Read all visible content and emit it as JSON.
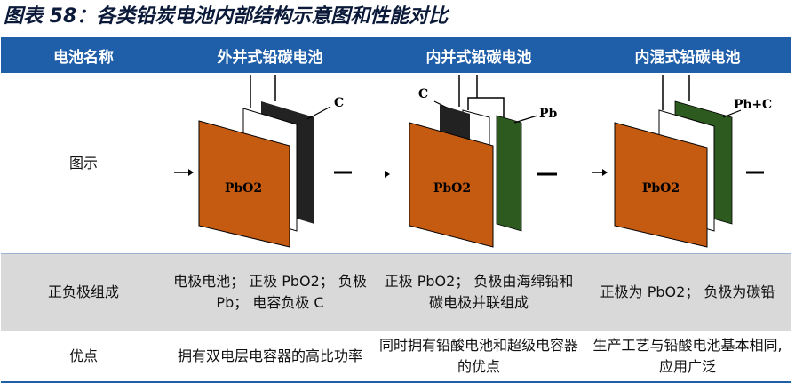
{
  "title": "图表 58：各类铅炭电池内部结构示意图和性能对比",
  "header": {
    "col0": "电池名称",
    "col1": "外并式铅碳电池",
    "col2": "内并式铅碳电池",
    "col3": "内混式铅碳电池"
  },
  "rows": {
    "diagram": {
      "label": "图示",
      "d1": {
        "plate": "PbO2",
        "carbon": "C"
      },
      "d2": {
        "plate": "PbO2",
        "carbon": "C",
        "lead": "Pb"
      },
      "d3": {
        "plate": "PbO2",
        "mixed": "Pb+C"
      }
    },
    "composition": {
      "label": "正负极组成",
      "c1": "电极电池； 正极 PbO2； 负极 Pb； 电容负极 C",
      "c2": "正极 PbO2； 负极由海绵铅和碳电极并联组成",
      "c3": "正极为 PbO2； 负极为碳铅"
    },
    "advantage": {
      "label": "优点",
      "c1": "拥有双电层电容器的高比功率",
      "c2": "同时拥有铅酸电池和超级电容器的优点",
      "c3": "生产工艺与铅酸电池基本相同,应用广泛"
    }
  },
  "colors": {
    "header_bg": "#1f5ea8",
    "plate": "#c55a11",
    "carbon": "#222222",
    "green": "#2d5a1f",
    "row_gray": "#d9d9d9"
  }
}
